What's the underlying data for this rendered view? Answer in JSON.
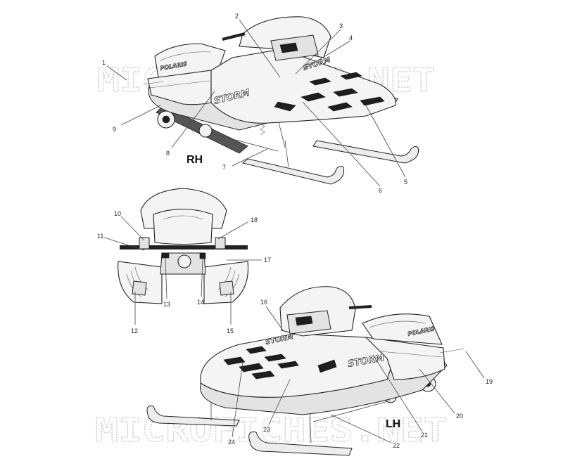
{
  "view_labels": {
    "rh": "RH",
    "lh": "LH"
  },
  "watermark": "MICROFICHES.NET",
  "decal_text": {
    "brand": "POLARIS",
    "model": "STORM"
  },
  "callouts": [
    "1",
    "2",
    "3",
    "4",
    "5",
    "6",
    "7",
    "8",
    "9",
    "10",
    "11",
    "12",
    "13",
    "14",
    "15",
    "16",
    "17",
    "18",
    "19",
    "20",
    "21",
    "22",
    "23",
    "24"
  ]
}
